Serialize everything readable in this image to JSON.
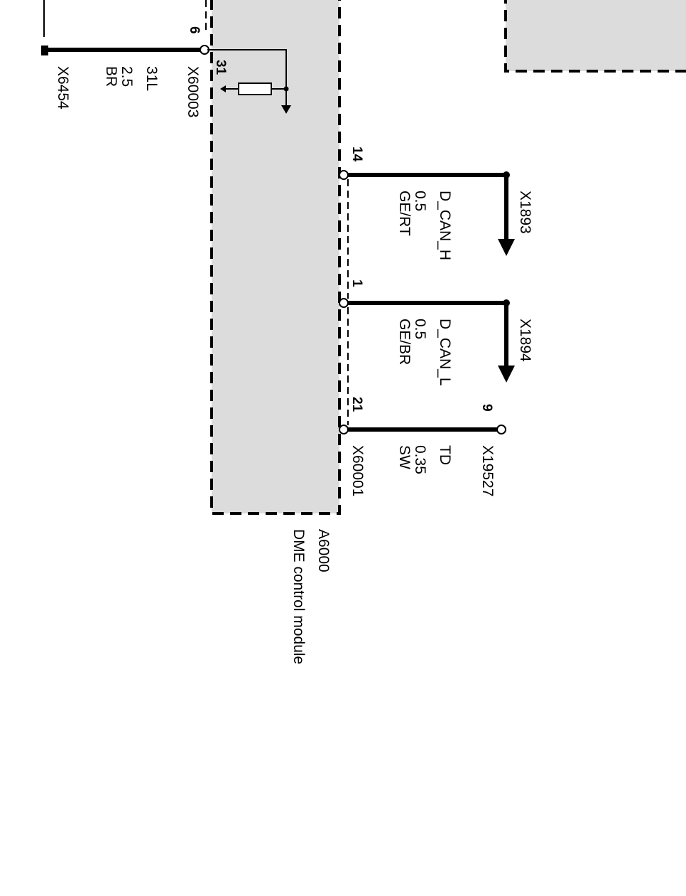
{
  "module": {
    "id": "A6000",
    "name": "DME control module"
  },
  "ground": {
    "pin": "6",
    "connector": "X60003",
    "signal": "31L",
    "gauge": "2.5",
    "color": "BR",
    "splice": "X6454",
    "internal_pin": "31"
  },
  "wires": [
    {
      "pin": "14",
      "signal": "D_CAN_H",
      "gauge": "0.5",
      "color": "GE/RT",
      "dest": "X1893"
    },
    {
      "pin": "1",
      "signal": "D_CAN_L",
      "gauge": "0.5",
      "color": "GE/BR",
      "dest": "X1894"
    },
    {
      "pin": "21",
      "signal": "TD",
      "gauge": "0.35",
      "color": "SW",
      "connector": "X60001",
      "dest": "X19527",
      "dest_pin": "9"
    }
  ],
  "colors": {
    "module_fill": "#dcdcdc",
    "ink": "#000000"
  }
}
